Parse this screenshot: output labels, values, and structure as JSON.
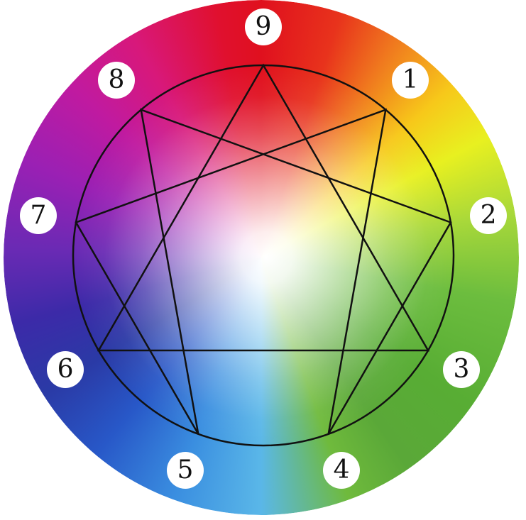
{
  "diagram": {
    "points": [
      {
        "label": "9",
        "angle": 0
      },
      {
        "label": "1",
        "angle": 40
      },
      {
        "label": "2",
        "angle": 80
      },
      {
        "label": "3",
        "angle": 120
      },
      {
        "label": "4",
        "angle": 160
      },
      {
        "label": "5",
        "angle": 200
      },
      {
        "label": "6",
        "angle": 240
      },
      {
        "label": "7",
        "angle": 280
      },
      {
        "label": "8",
        "angle": 320
      }
    ],
    "triangle": [
      "9",
      "3",
      "6"
    ],
    "hexad": [
      "1",
      "4",
      "2",
      "8",
      "5",
      "7"
    ],
    "colors": {
      "line": "#111111",
      "badge_bg": "#ffffff",
      "badge_text": "#111111"
    }
  }
}
